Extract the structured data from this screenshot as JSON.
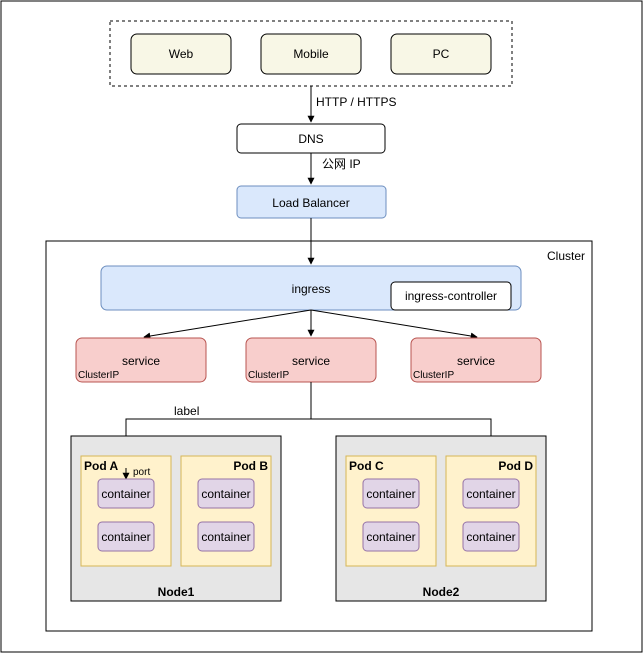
{
  "clients": [
    "Web",
    "Mobile",
    "PC"
  ],
  "edges": {
    "http": "HTTP / HTTPS",
    "public_ip": "公网 IP",
    "label": "label",
    "port": "port"
  },
  "dns": "DNS",
  "load_balancer": "Load Balancer",
  "cluster": "Cluster",
  "ingress": "ingress",
  "ingress_controller": "ingress-controller",
  "services": [
    {
      "name": "service",
      "type": "ClusterIP"
    },
    {
      "name": "service",
      "type": "ClusterIP"
    },
    {
      "name": "service",
      "type": "ClusterIP"
    }
  ],
  "nodes": [
    {
      "name": "Node1",
      "pods": [
        {
          "name": "Pod A",
          "containers": [
            "container",
            "container"
          ]
        },
        {
          "name": "Pod B",
          "containers": [
            "container",
            "container"
          ]
        }
      ]
    },
    {
      "name": "Node2",
      "pods": [
        {
          "name": "Pod C",
          "containers": [
            "container",
            "container"
          ]
        },
        {
          "name": "Pod D",
          "containers": [
            "container",
            "container"
          ]
        }
      ]
    }
  ],
  "colors": {
    "client_fill": "#f8f7e6",
    "blue_fill": "#dae8fc",
    "blue_stroke": "#6c8ebf",
    "red_fill": "#f8cecc",
    "red_stroke": "#b85450",
    "node_fill": "#e6e6e6",
    "pod_fill": "#fff2cc",
    "pod_stroke": "#d6b656",
    "container_fill": "#e1d5e7",
    "container_stroke": "#9673a6",
    "node_label": "#ea6b66",
    "ingress_text": "#330000",
    "port_text": "#b85450",
    "clusterip_text": "#808080"
  }
}
